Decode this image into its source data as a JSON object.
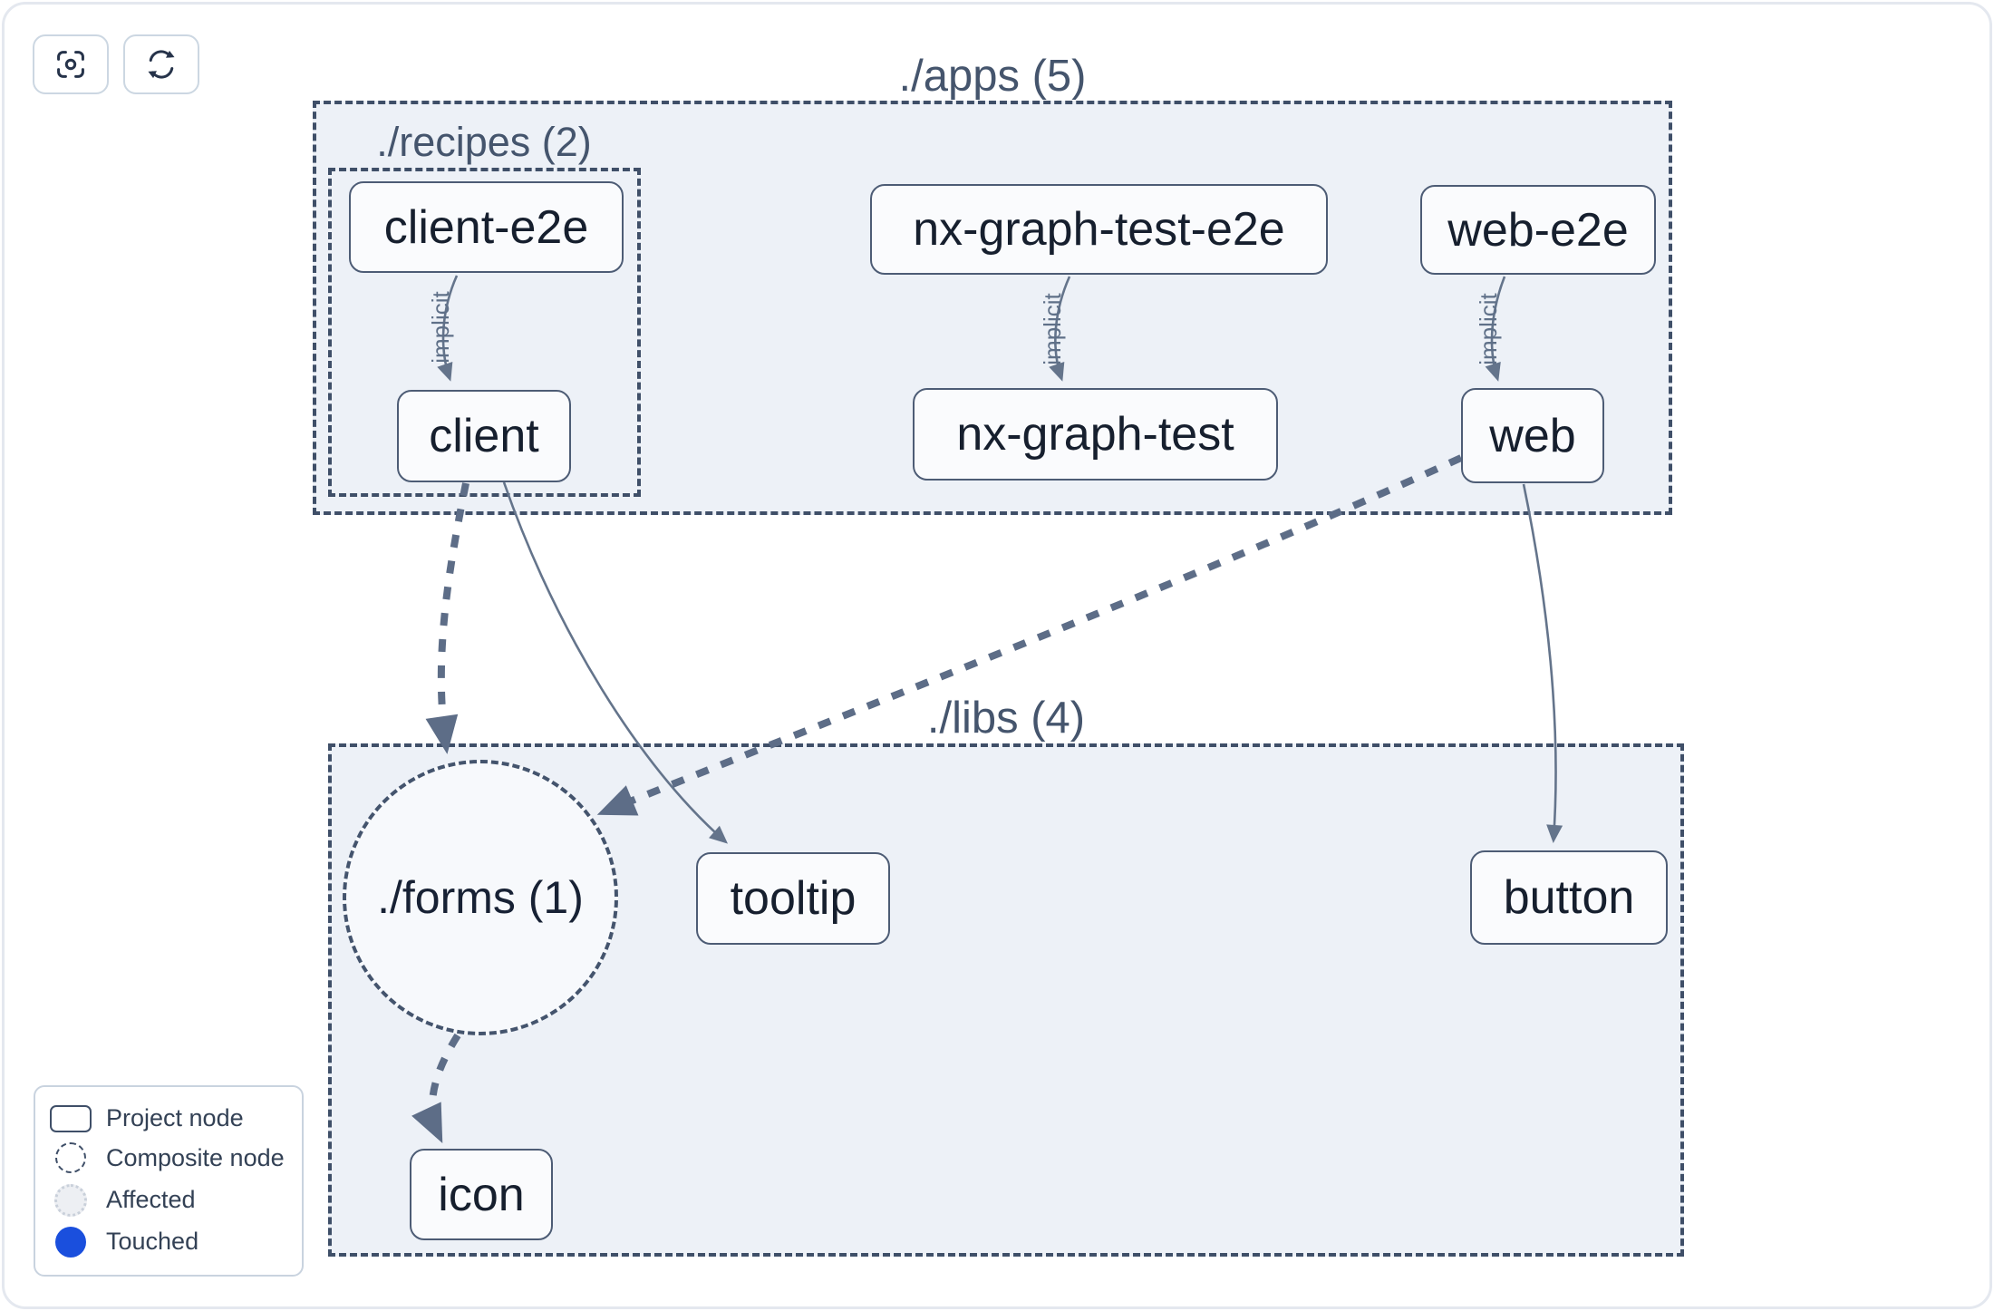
{
  "toolbar": {
    "buttons": [
      {
        "name": "focus",
        "icon": "focus-icon"
      },
      {
        "name": "refresh",
        "icon": "refresh-icon"
      }
    ]
  },
  "graph": {
    "groups": {
      "apps": {
        "label": "./apps (5)"
      },
      "recipes": {
        "label": "./recipes (2)"
      },
      "libs": {
        "label": "./libs (4)"
      },
      "forms": {
        "label": "./forms (1)",
        "shape": "dashed-circle"
      }
    },
    "nodes": {
      "client_e2e": "client-e2e",
      "nx_graph_test_e2e": "nx-graph-test-e2e",
      "web_e2e": "web-e2e",
      "client": "client",
      "nx_graph_test": "nx-graph-test",
      "web": "web",
      "tooltip": "tooltip",
      "button": "button",
      "icon": "icon"
    },
    "edges": [
      {
        "from": "client-e2e",
        "to": "client",
        "style": "solid-thin",
        "label": "implicit"
      },
      {
        "from": "nx-graph-test-e2e",
        "to": "nx-graph-test",
        "style": "solid-thin",
        "label": "implicit"
      },
      {
        "from": "web-e2e",
        "to": "web",
        "style": "solid-thin",
        "label": "implicit"
      },
      {
        "from": "client",
        "to": "./forms (1)",
        "style": "dashed-thick",
        "label": ""
      },
      {
        "from": "client",
        "to": "tooltip",
        "style": "solid-thin",
        "label": ""
      },
      {
        "from": "web",
        "to": "./forms (1)",
        "style": "dashed-thick",
        "label": ""
      },
      {
        "from": "web",
        "to": "button",
        "style": "solid-thin",
        "label": ""
      },
      {
        "from": "./forms (1)",
        "to": "icon",
        "style": "dashed-thick",
        "label": ""
      }
    ]
  },
  "legend": {
    "items": [
      {
        "icon": "project-node-icon",
        "label": "Project node"
      },
      {
        "icon": "composite-node-icon",
        "label": "Composite node"
      },
      {
        "icon": "affected-icon",
        "label": "Affected"
      },
      {
        "icon": "touched-icon",
        "label": "Touched"
      }
    ]
  },
  "colors": {
    "group_fill": "#edf1f7",
    "group_border": "#3f4f68",
    "node_fill": "#fafbfd",
    "node_border": "#4d5c75",
    "edge_thin": "#64748b",
    "edge_thick": "#5d6d87",
    "title_text": "#45556d",
    "touched_blue": "#1a4fdd"
  }
}
